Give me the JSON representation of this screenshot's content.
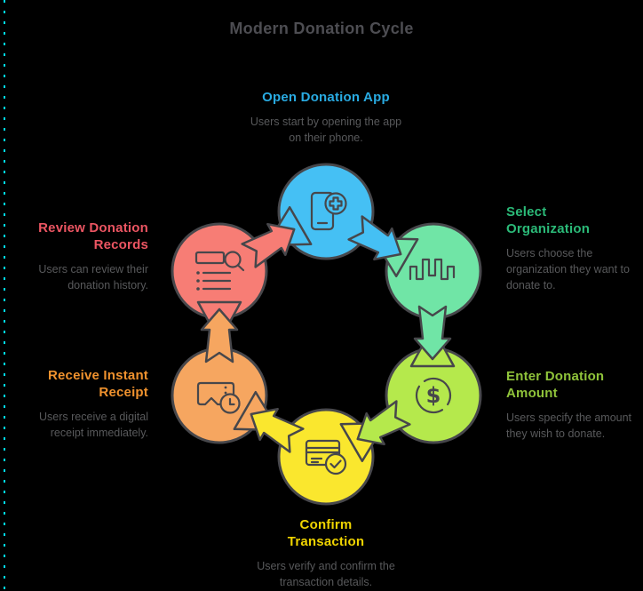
{
  "title": "Modern Donation Cycle",
  "colors": {
    "background": "#000000",
    "outline": "#47474B",
    "title_text": "#4D4D52",
    "body_text": "#58595B",
    "edge_accent": "#00DCEC",
    "blue": {
      "circle": "#45C0F4",
      "label": "#29ABE2"
    },
    "green": {
      "circle": "#70E5A6",
      "label": "#2BBA78"
    },
    "lime": {
      "circle": "#B5E94C",
      "label": "#8FC33A"
    },
    "yellow": {
      "circle": "#FAE72E",
      "label": "#F0D400"
    },
    "orange": {
      "circle": "#F6A660",
      "label": "#F0922E"
    },
    "red": {
      "circle": "#F77D75",
      "label": "#EB5562"
    }
  },
  "steps": [
    {
      "title": "Open Donation App",
      "description": "Users start by opening the app on their phone.",
      "icon": "smartphone-plus-icon"
    },
    {
      "title": "Select Organization",
      "description": "Users choose the organization they want to donate to.",
      "icon": "waveform-icon"
    },
    {
      "title": "Enter Donation Amount",
      "description": "Users specify the amount they wish to donate.",
      "icon": "dollar-circle-icon",
      "icon_glyph": "$"
    },
    {
      "title": "Confirm Transaction",
      "description": "Users verify and confirm the transaction details.",
      "icon": "credit-card-check-icon"
    },
    {
      "title": "Receive Instant Receipt",
      "description": "Users receive a digital receipt immediately.",
      "icon": "ticket-clock-icon"
    },
    {
      "title": "Review Donation Records",
      "description": "Users can review their donation history.",
      "icon": "list-search-icon"
    }
  ]
}
